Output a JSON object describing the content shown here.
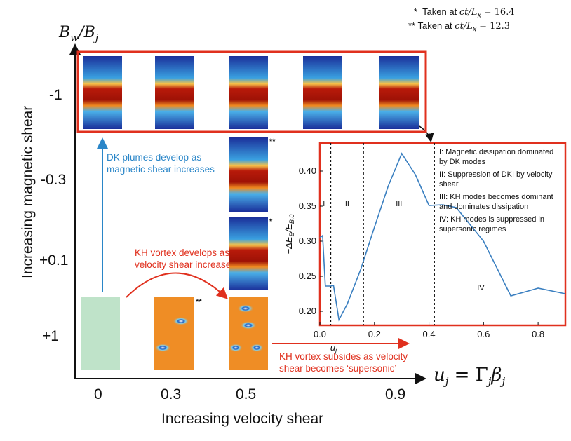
{
  "notes": {
    "n1": "*  Taken at ct/L_x = 16.4",
    "n2": "** Taken at ct/L_x = 12.3",
    "n1_prefix": "*",
    "n1_text": "Taken at",
    "n1_expr": "ct/L",
    "n1_sub": "x",
    "n1_val": "= 16.4",
    "n2_prefix": "**",
    "n2_text": "Taken at",
    "n2_expr": "ct/L",
    "n2_sub": "x",
    "n2_val": "= 12.3"
  },
  "main_axes": {
    "y_title_num": "B",
    "y_title_num_sub": "w",
    "y_title_den": "B",
    "y_title_den_sub": "j",
    "y_label": "Increasing magnetic shear",
    "x_label": "Increasing velocity shear",
    "x_formula_lhs": "u",
    "x_formula_lhs_sub": "j",
    "x_formula_rhs": "= Γ",
    "x_formula_g_sub": "j",
    "x_formula_beta": "β",
    "x_formula_beta_sub": "j",
    "y_ticks": [
      "-1",
      "-0.3",
      "+0.1",
      "+1"
    ],
    "x_ticks": [
      "0",
      "0.3",
      "0.5",
      "0.9"
    ]
  },
  "annotations": {
    "dk": [
      "DK plumes develop as",
      "magnetic shear increases"
    ],
    "kh_develop": [
      "KH vortex develops as",
      "velocity shear increases"
    ],
    "kh_subside": [
      "KH vortex subsides as velocity",
      "shear becomes ‘supersonic’"
    ]
  },
  "panel_marks": {
    "double_star": "**",
    "single_star": "*"
  },
  "legend_items": [
    "I: Magnetic dissipation dominated by DK modes",
    "II: Suppression of DKI by velocity shear",
    "III: KH modes becomes dominant and dominates dissipation",
    "IV: KH modes is suppressed in supersonic regimes"
  ],
  "colors": {
    "red": "#e0301e",
    "blue": "#2a86c8",
    "line": "#3a7fc0",
    "deep_blue": "#1a2f9a",
    "dark_red": "#9e1206",
    "orange": "#f2901a",
    "mint": "#bfe3c9"
  },
  "chart_data": {
    "type": "line",
    "xlabel": "u_j",
    "ylabel": "−ΔE_B/E_B,0",
    "xlim": [
      0,
      0.9
    ],
    "ylim": [
      0.18,
      0.44
    ],
    "x_ticks": [
      "0.0",
      "0.2",
      "0.4",
      "0.6",
      "0.8"
    ],
    "y_ticks": [
      "0.20",
      "0.25",
      "0.30",
      "0.35",
      "0.40"
    ],
    "x": [
      0.0,
      0.01,
      0.02,
      0.04,
      0.05,
      0.07,
      0.1,
      0.15,
      0.2,
      0.25,
      0.3,
      0.35,
      0.4,
      0.45,
      0.5,
      0.6,
      0.7,
      0.8,
      0.9
    ],
    "y": [
      0.305,
      0.308,
      0.236,
      0.236,
      0.237,
      0.188,
      0.21,
      0.26,
      0.32,
      0.378,
      0.425,
      0.395,
      0.351,
      0.352,
      0.348,
      0.3,
      0.222,
      0.233,
      0.225
    ],
    "regions": [
      {
        "label": "I",
        "x_start": 0.0,
        "x_end": 0.04
      },
      {
        "label": "II",
        "x_start": 0.04,
        "x_end": 0.16
      },
      {
        "label": "III",
        "x_start": 0.16,
        "x_end": 0.42
      },
      {
        "label": "IV",
        "x_start": 0.42,
        "x_end": 0.9
      }
    ],
    "region_dividers": [
      0.04,
      0.16,
      0.42
    ],
    "grid": false
  }
}
